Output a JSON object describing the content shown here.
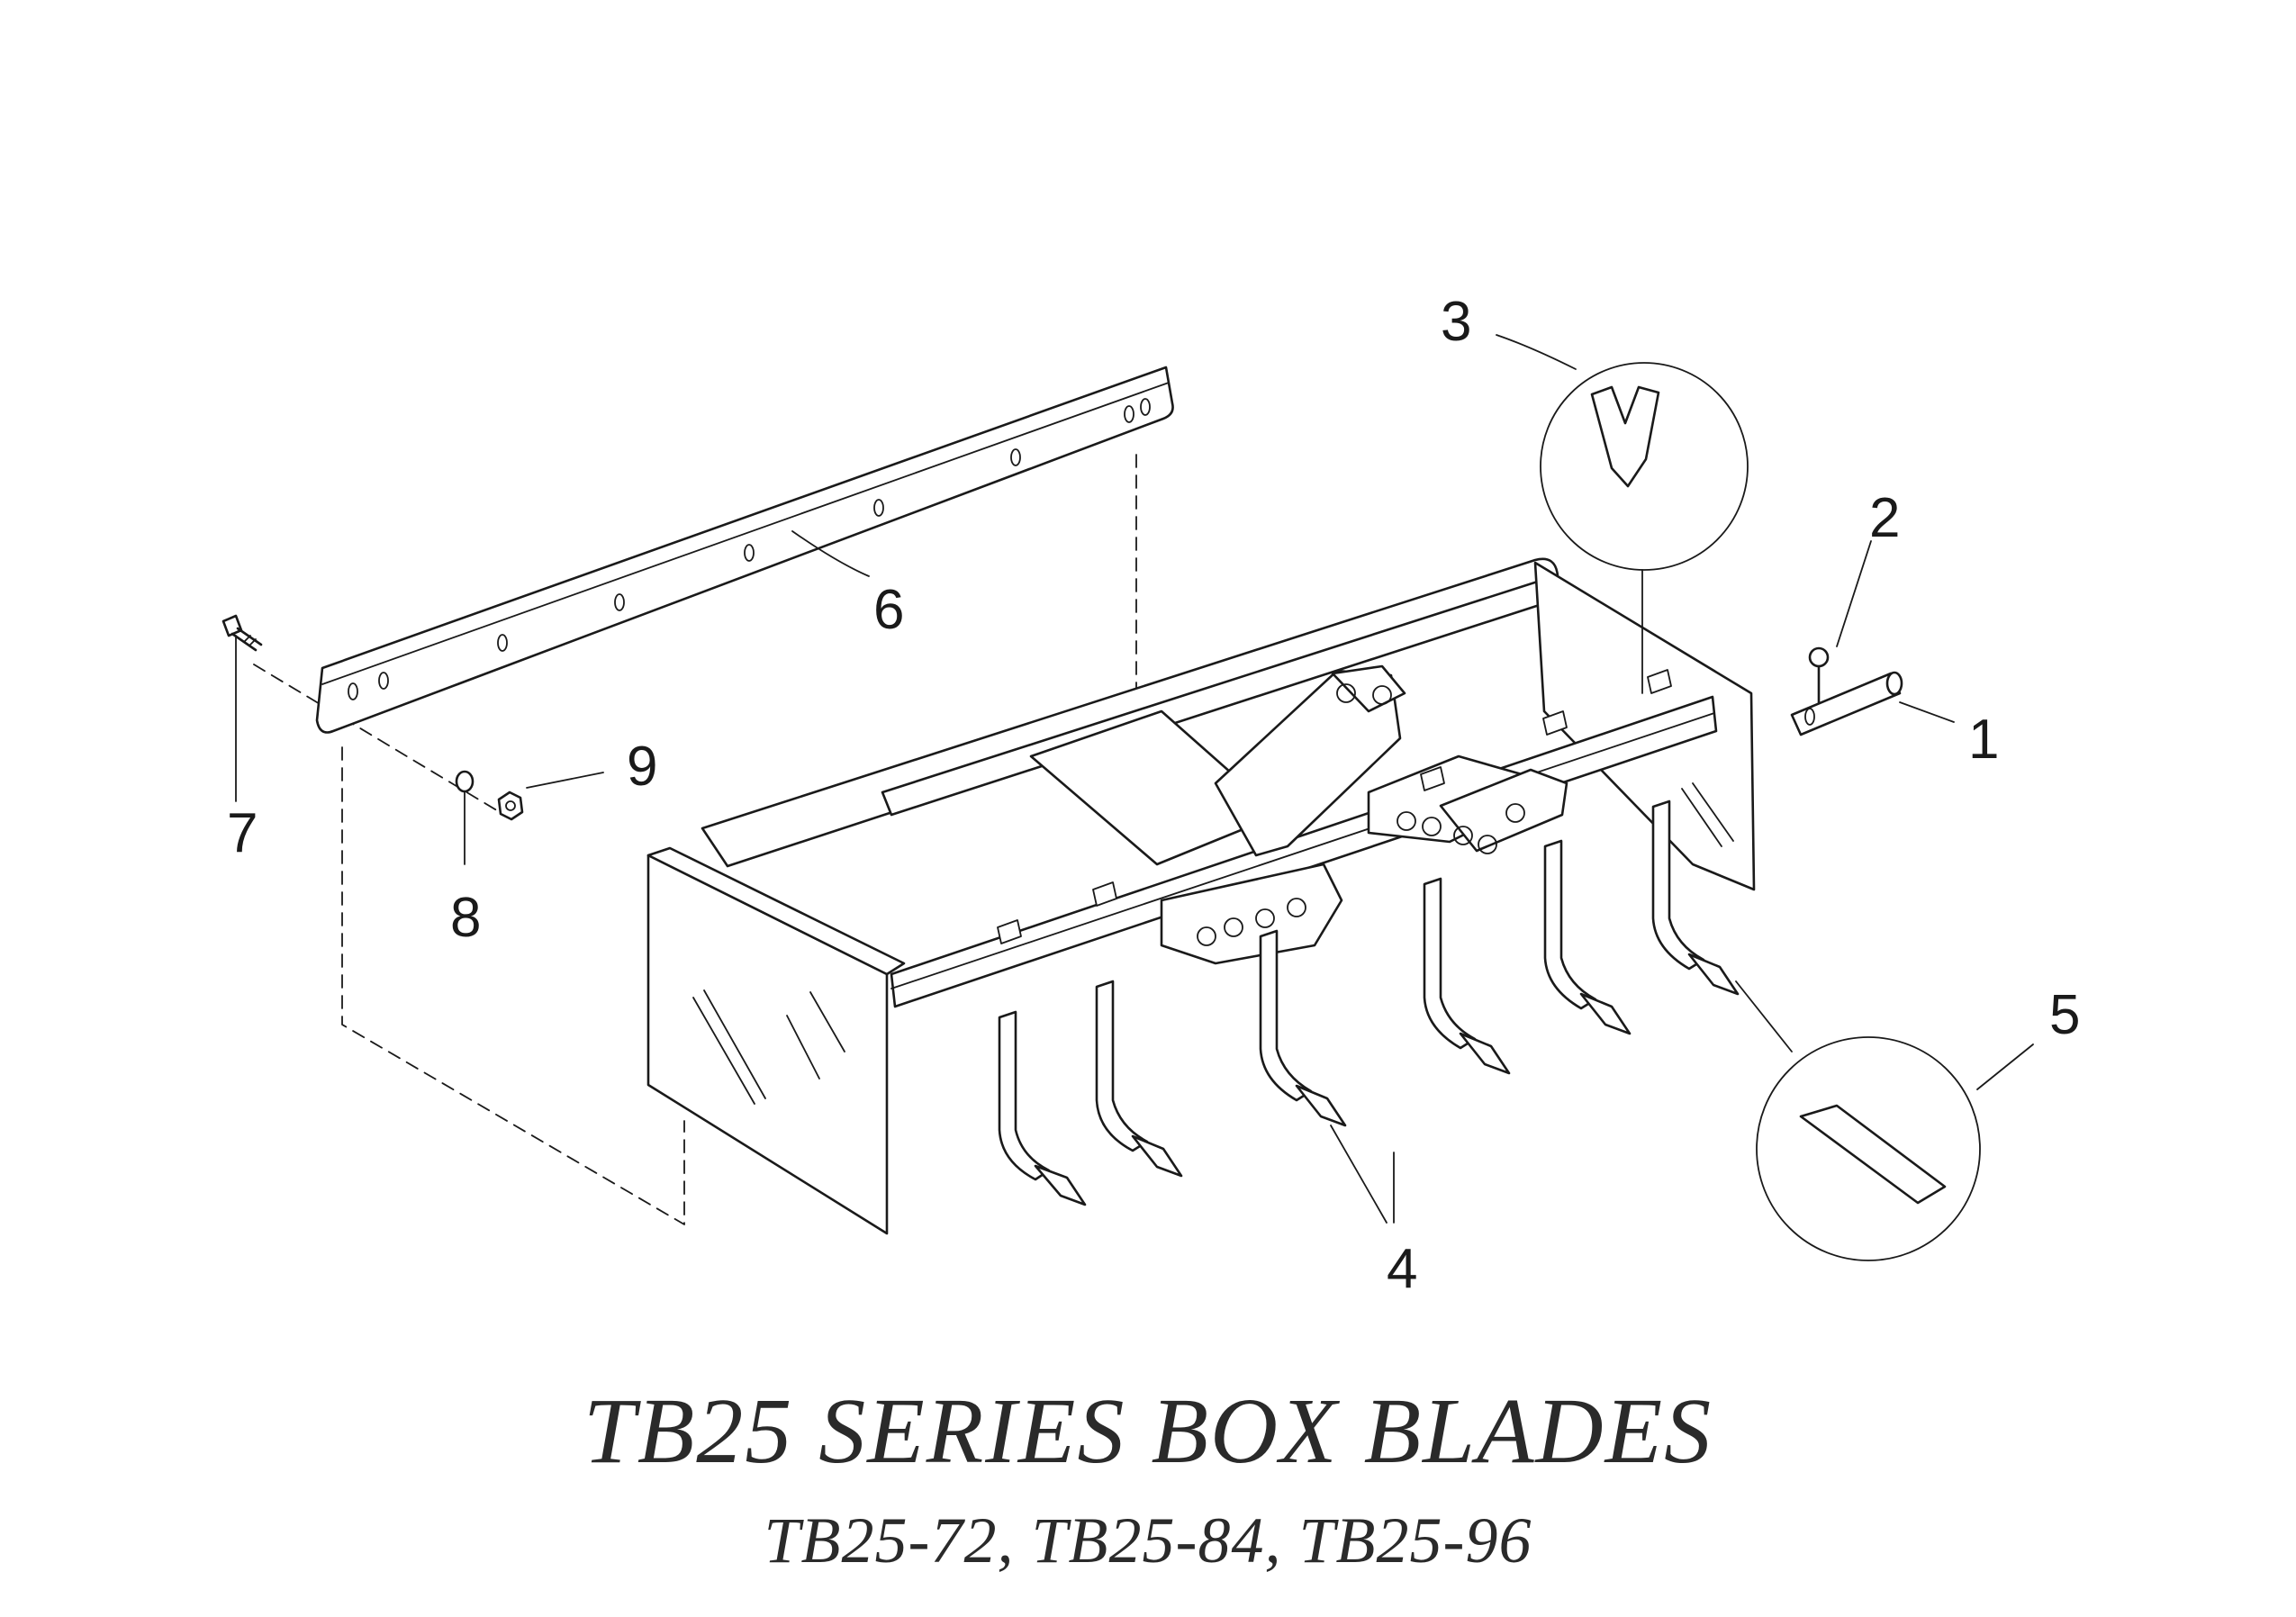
{
  "title": "TB25 SERIES BOX BLADES",
  "subtitle": "TB25-72, TB25-84, TB25-96",
  "callouts": [
    "1",
    "2",
    "3",
    "4",
    "5",
    "6",
    "7",
    "8",
    "9"
  ]
}
